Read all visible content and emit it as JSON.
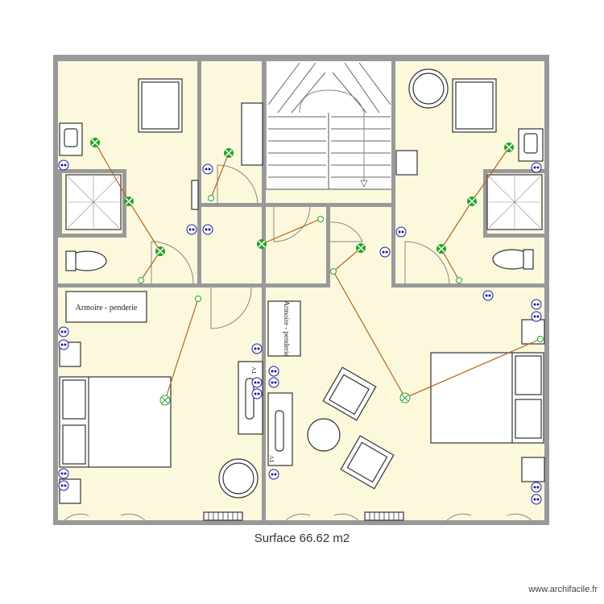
{
  "plan": {
    "surface_label": "Surface 66.62 m2",
    "credit": "www.archifacile.fr",
    "labels": {
      "wardrobe_1": "Armoire - penderie",
      "wardrobe_2": "Armoire - penderie",
      "tv_1": "TV",
      "tv_2": "TV"
    },
    "colors": {
      "wall": "#999999",
      "floor": "#fbf8dc",
      "wire": "#b5651d",
      "light": "#2aa02a",
      "socket": "#1a1aa0"
    },
    "icons": {
      "light_point": "green-circle-cross-icon",
      "socket": "socket-icon",
      "switch": "switch-icon"
    }
  }
}
